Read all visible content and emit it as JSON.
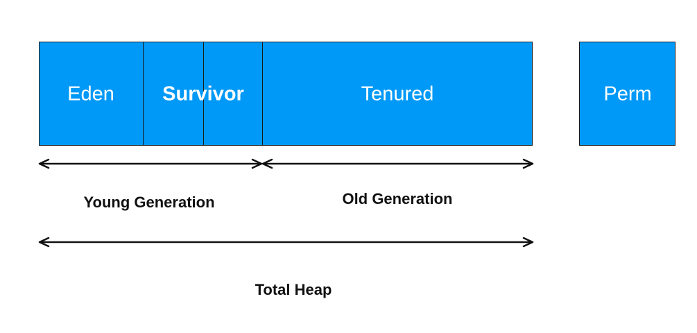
{
  "colors": {
    "block_fill": "#0099f7",
    "block_border": "#1a1a1a",
    "block_text": "#ffffff",
    "caption_text": "#111111",
    "arrow": "#111111"
  },
  "blocks": {
    "eden": "Eden",
    "survivor": "Survivor",
    "tenured": "Tenured",
    "perm": "Perm"
  },
  "captions": {
    "young_generation": "Young Generation",
    "old_generation": "Old Generation",
    "total_heap": "Total Heap"
  }
}
